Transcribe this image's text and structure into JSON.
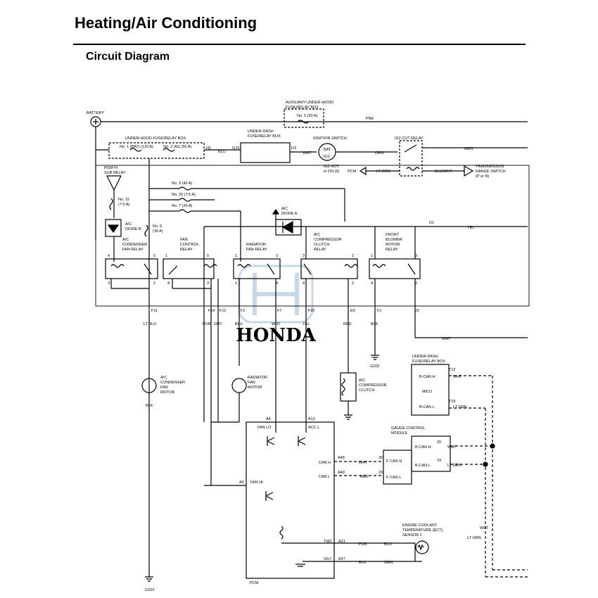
{
  "header": {
    "title": "Heating/Air Conditioning",
    "subtitle": "Circuit Diagram"
  },
  "watermark": "HONDA",
  "colors": {
    "line": "#000000",
    "watermark": "#c9d7ea"
  },
  "labels": {
    "battery": "BATTERY",
    "aux_box_1": "AUXILIARY UNDER-HOOD",
    "aux_box_2": "FUSE/RELAY BOX",
    "aux_fuse": "No. 5 (30 A)",
    "pnk": "PNK",
    "uh_box": "UNDER-HOOD FUSE/RELAY BOX",
    "uh_fuse1": "No. 1 (BAT) (120 A)",
    "uh_fuse2": "No. 2 (IG) (50 A)",
    "h1": "H1",
    "blu_h1": "BLU",
    "ud_box_1": "UNDER-DASH",
    "ud_box_2": "FUSE/RELAY BOX",
    "g70": "G70",
    "d3": "D3",
    "wht_d3": "WHT",
    "ign_switch": "IGNITION SWITCH",
    "bat": "BAT",
    "ig2": "IG2",
    "ig2_hot_1": "IG2 HOT",
    "ig2_hot_2": "in ON (II)",
    "orn": "ORN",
    "ig2_cut_relay": "IG2 CUT RELAY",
    "grn": "GRN",
    "pcm_small": "PCM",
    "lt_grn_pcm": "LT GRN",
    "blu_wht": "BLU/WHT",
    "trans_1": "TRANSMISSON",
    "trans_2": "RANGE SWITCH",
    "trans_3": "(P or N)",
    "pgmfi_1": "PGM-FI",
    "pgmfi_2": "SUB RELAY",
    "fuse15_a": "No. 15",
    "fuse15_b": "(7.5 A)",
    "fuse6_a": "No. 6",
    "fuse6_b": "(30 A)",
    "fuse9": "No. 9 (40 A)",
    "fuse20": "No. 20 (7.5 A)",
    "fuse7": "No. 7 (30 A)",
    "diodeA_1": "A/C",
    "diodeA_2": "DIODE A",
    "diodeB_1": "A/C",
    "diodeB_2": "DIODE B",
    "d1": "D1",
    "yel_d1": "YEL",
    "relay_acc_1": "A/C",
    "relay_acc_2": "CONDENSER",
    "relay_acc_3": "FAN RELAY",
    "relay_fc_1": "FAN",
    "relay_fc_2": "CONTROL",
    "relay_fc_3": "RELAY",
    "relay_rad_1": "RADIATOR",
    "relay_rad_2": "FAN RELAY",
    "relay_comp_1": "A/C",
    "relay_comp_2": "COMPRESSOR",
    "relay_comp_3": "CLUTCH",
    "relay_comp_4": "RELAY",
    "relay_fb_1": "FRONT",
    "relay_fb_2": "BLOWER",
    "relay_fb_3": "MOTOR",
    "relay_fb_4": "RELAY",
    "p1": "1",
    "p2": "2",
    "p3": "3",
    "p4": "4",
    "p5": "5",
    "f11": "F11",
    "f14": "F14",
    "f12": "F12",
    "f2": "F2",
    "f7": "F7",
    "f20": "F20",
    "e9": "E9",
    "f1": "F1",
    "j2": "J2",
    "w_ltblu": "LT BLU",
    "w_pur": "PUR",
    "w_gry": "GRY",
    "w_blu": "BLU",
    "w_wht": "WHT",
    "w_yel": "YEL",
    "w_red": "RED",
    "w_blk": "BLK",
    "wht_j2": "WHT",
    "g202": "G202",
    "cond_motor_1": "A/C",
    "cond_motor_2": "CONDENSER",
    "cond_motor_3": "FAN",
    "cond_motor_4": "MOTOR",
    "rad_motor_1": "RADIATOR",
    "rad_motor_2": "FAN",
    "rad_motor_3": "MOTOR",
    "clutch_1": "A/C",
    "clutch_2": "COMPRESSOR",
    "clutch_3": "CLUTCH",
    "ud_box2_1": "UNDER-DASH",
    "ud_box2_2": "FUSE/RELAY BOX",
    "t12": "T12",
    "t29": "T29",
    "bcanh": "B-CAN H",
    "micu": "MICU",
    "bcanl": "B-CAN L",
    "wht_t12": "WHT",
    "ltgrn_t29": "LT GRN",
    "gcm_1": "GAUGE CONTROL",
    "gcm_2": "MODULE",
    "fcanh": "F-CAN H",
    "fcanl": "F-CAN L",
    "gcm_bcanh": "B-CAN H",
    "gcm_bcanl": "B-CAN L",
    "p30": "30",
    "p29": "29",
    "p20": "20",
    "p19": "19",
    "wht_p20": "WHT",
    "ltgrn_p19": "LT GRN",
    "a4": "A4",
    "a13": "A13",
    "fan_lo": "FAN LO",
    "acc_l": "ACC L",
    "a48": "A48",
    "a49": "A49",
    "canh": "CAN H",
    "canl": "CAN L",
    "wht_a48": "WHT",
    "red_a49": "RED",
    "a6": "A6",
    "fan_hi": "FAN HI",
    "tw2": "TW2",
    "a21": "A21",
    "sg7": "SG7",
    "a37": "A37",
    "pur_a21": "PUR",
    "blu_a21": "BLU",
    "blk_a37": "BLK",
    "grn_a37": "GRN",
    "ect_1": "ENGINE COOLANT",
    "ect_2": "TEMPERATURE (ECT)",
    "ect_3": "SENSOR 2",
    "pcm": "PCM",
    "wht_right": "WHT",
    "ltgrn_right": "LT GRN"
  }
}
